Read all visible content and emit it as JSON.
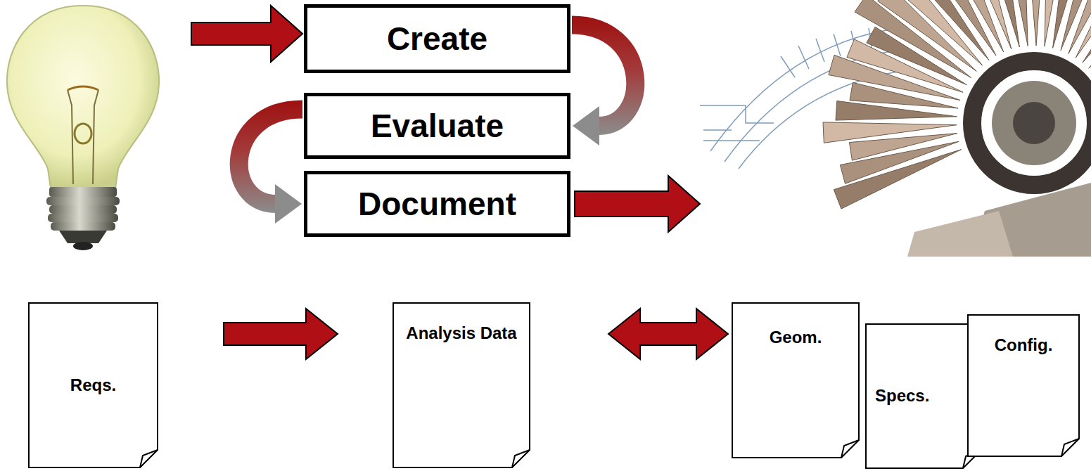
{
  "diagram": {
    "nodes": [
      {
        "text": [
          "Create"
        ]
      },
      {
        "text": [
          "Evaluate"
        ]
      },
      {
        "text": [
          "Document"
        ]
      },
      {
        "text": [
          "Reqs."
        ]
      },
      {
        "text": [
          "Analysis Data"
        ]
      },
      {
        "text": [
          "Geom."
        ]
      },
      {
        "text": [
          "Specs."
        ]
      },
      {
        "text": [
          "Config."
        ]
      }
    ],
    "edges": [
      {
        "from": 0,
        "to": 1,
        "arrow": "to"
      },
      {
        "from": 1,
        "to": 2,
        "arrow": "to"
      },
      {
        "from": 3,
        "to": 4,
        "arrow": "to"
      },
      {
        "from": 4,
        "to": 5,
        "arrow": "both"
      }
    ]
  }
}
